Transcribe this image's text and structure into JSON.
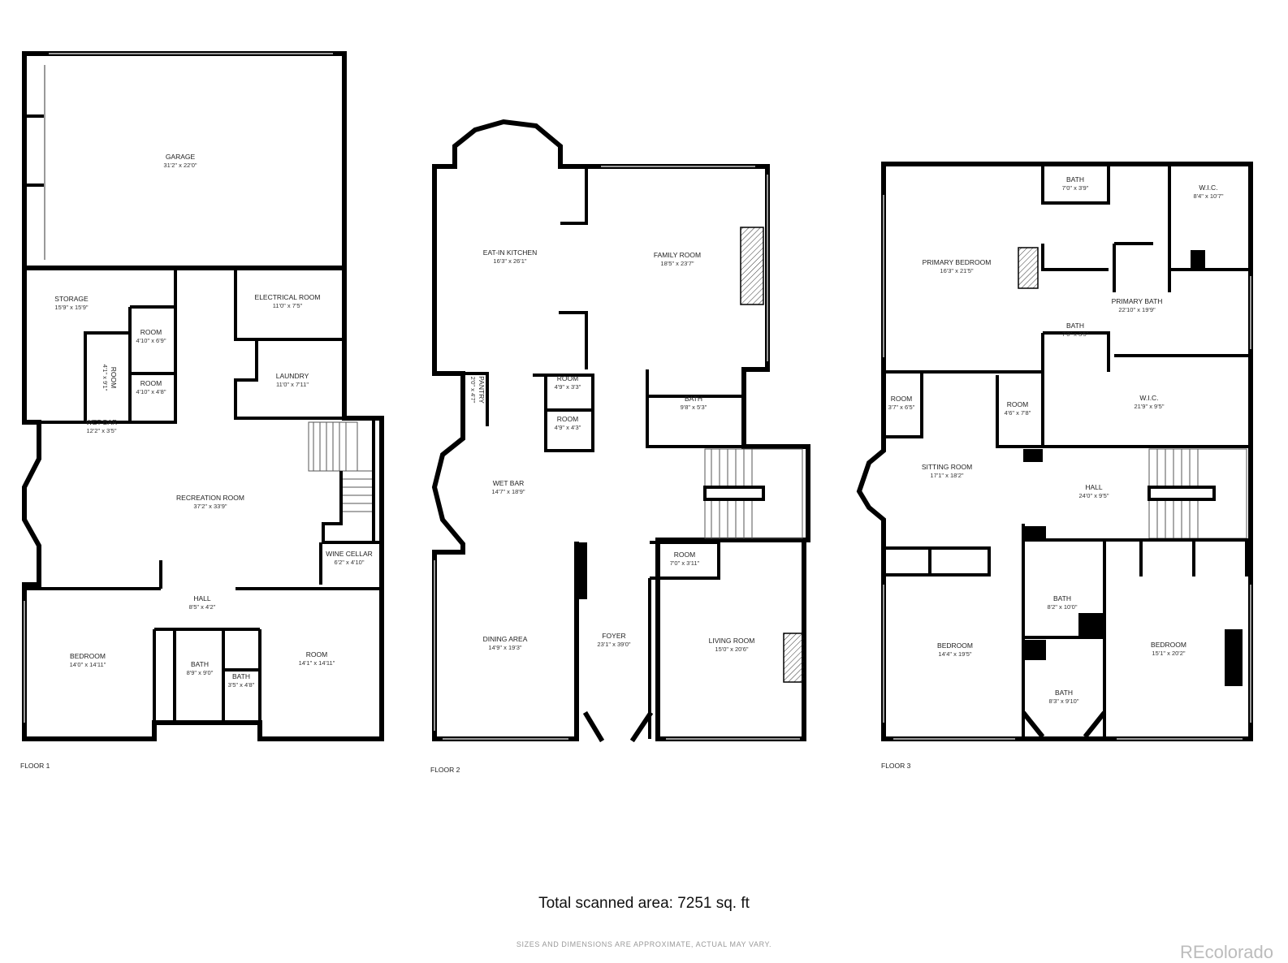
{
  "floors": [
    {
      "label": "FLOOR 1",
      "rooms": [
        {
          "name": "GARAGE",
          "dim": "31'2\" x 22'0\""
        },
        {
          "name": "STORAGE",
          "dim": "15'9\" x 15'9\""
        },
        {
          "name": "ELECTRICAL ROOM",
          "dim": "11'0\" x 7'5\""
        },
        {
          "name": "ROOM",
          "dim": "4'10\" x 6'9\""
        },
        {
          "name": "ROOM",
          "dim": "4'1\" x 9'1\""
        },
        {
          "name": "ROOM",
          "dim": "4'10\" x 4'8\""
        },
        {
          "name": "LAUNDRY",
          "dim": "11'0\" x 7'11\""
        },
        {
          "name": "WET BAR",
          "dim": "12'2\" x 3'5\""
        },
        {
          "name": "RECREATION ROOM",
          "dim": "37'2\" x 33'9\""
        },
        {
          "name": "WINE CELLAR",
          "dim": "6'2\" x 4'10\""
        },
        {
          "name": "HALL",
          "dim": "8'5\" x 4'2\""
        },
        {
          "name": "BEDROOM",
          "dim": "14'0\" x 14'11\""
        },
        {
          "name": "BATH",
          "dim": "8'9\" x 9'0\""
        },
        {
          "name": "BATH",
          "dim": "3'5\" x 4'8\""
        },
        {
          "name": "ROOM",
          "dim": "14'1\" x 14'11\""
        }
      ]
    },
    {
      "label": "FLOOR 2",
      "rooms": [
        {
          "name": "EAT-IN KITCHEN",
          "dim": "16'3\" x 26'1\""
        },
        {
          "name": "FAMILY ROOM",
          "dim": "18'5\" x 23'7\""
        },
        {
          "name": "PANTRY",
          "dim": "2'0\" x 4'7\""
        },
        {
          "name": "ROOM",
          "dim": "4'9\" x 3'3\""
        },
        {
          "name": "ROOM",
          "dim": "4'9\" x 4'3\""
        },
        {
          "name": "BATH",
          "dim": "9'8\" x 5'3\""
        },
        {
          "name": "WET BAR",
          "dim": "14'7\" x 18'9\""
        },
        {
          "name": "ROOM",
          "dim": "7'0\" x 3'11\""
        },
        {
          "name": "DINING AREA",
          "dim": "14'9\" x 19'3\""
        },
        {
          "name": "FOYER",
          "dim": "23'1\" x 39'0\""
        },
        {
          "name": "LIVING ROOM",
          "dim": "15'0\" x 20'6\""
        }
      ]
    },
    {
      "label": "FLOOR 3",
      "rooms": [
        {
          "name": "BATH",
          "dim": "7'0\" x 3'9\""
        },
        {
          "name": "W.I.C.",
          "dim": "8'4\" x 10'7\""
        },
        {
          "name": "PRIMARY BEDROOM",
          "dim": "16'3\" x 21'5\""
        },
        {
          "name": "PRIMARY BATH",
          "dim": "22'10\" x 19'9\""
        },
        {
          "name": "BATH",
          "dim": "7'0\" x 3'5\""
        },
        {
          "name": "ROOM",
          "dim": "3'7\" x 6'5\""
        },
        {
          "name": "ROOM",
          "dim": "4'6\" x 7'8\""
        },
        {
          "name": "W.I.C.",
          "dim": "21'9\" x 9'5\""
        },
        {
          "name": "SITTING ROOM",
          "dim": "17'1\" x 18'2\""
        },
        {
          "name": "HALL",
          "dim": "24'0\" x 9'5\""
        },
        {
          "name": "BATH",
          "dim": "8'2\" x 10'0\""
        },
        {
          "name": "BEDROOM",
          "dim": "14'4\" x 19'5\""
        },
        {
          "name": "BEDROOM",
          "dim": "15'1\" x 20'2\""
        },
        {
          "name": "BATH",
          "dim": "8'3\" x 9'10\""
        }
      ]
    }
  ],
  "total_area": "Total scanned area: 7251 sq. ft",
  "disclaimer": "SIZES AND DIMENSIONS ARE APPROXIMATE, ACTUAL MAY VARY.",
  "brand": "REcolorado"
}
